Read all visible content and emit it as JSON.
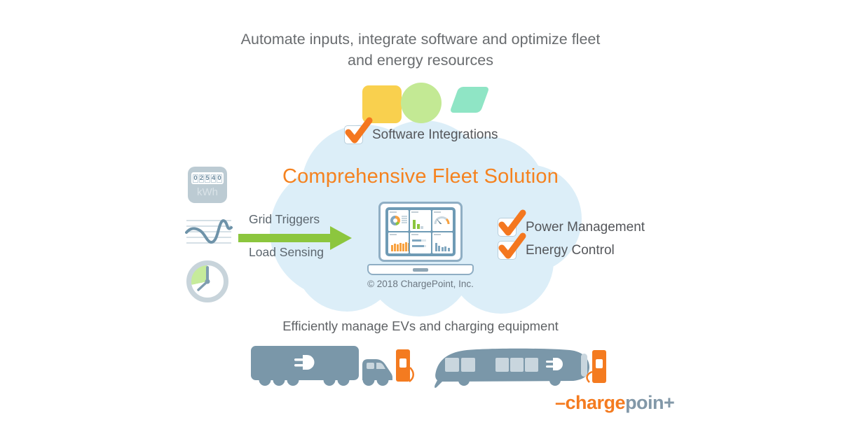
{
  "colors": {
    "orange": "#F5821F",
    "arrow_green": "#8CC63E",
    "cloud_blue": "#DCEEF8",
    "slate_vehicle": "#7A97A9",
    "text_gray": "#696C6F",
    "shape_yellow": "#F9D04E",
    "shape_green": "#C3E994",
    "shape_teal": "#8FE5C5"
  },
  "header": {
    "title_line1": "Automate inputs, integrate software and optimize fleet",
    "title_line2": "and energy resources"
  },
  "cloud": {
    "heading": "Comprehensive Fleet Solution",
    "software_label": "Software Integrations",
    "power_label": "Power Management",
    "energy_label": "Energy Control",
    "copyright": "© 2018 ChargePoint, Inc."
  },
  "inputs": {
    "meter_digits": [
      "0",
      "2",
      "5",
      "4",
      "0"
    ],
    "meter_unit": "kWh",
    "arrow_label_top": "Grid Triggers",
    "arrow_label_bottom": "Load Sensing"
  },
  "footer": {
    "caption": "Efficiently manage EVs and charging equipment",
    "logo_charge": "–charge",
    "logo_poin": "poin",
    "logo_plus": "+"
  }
}
